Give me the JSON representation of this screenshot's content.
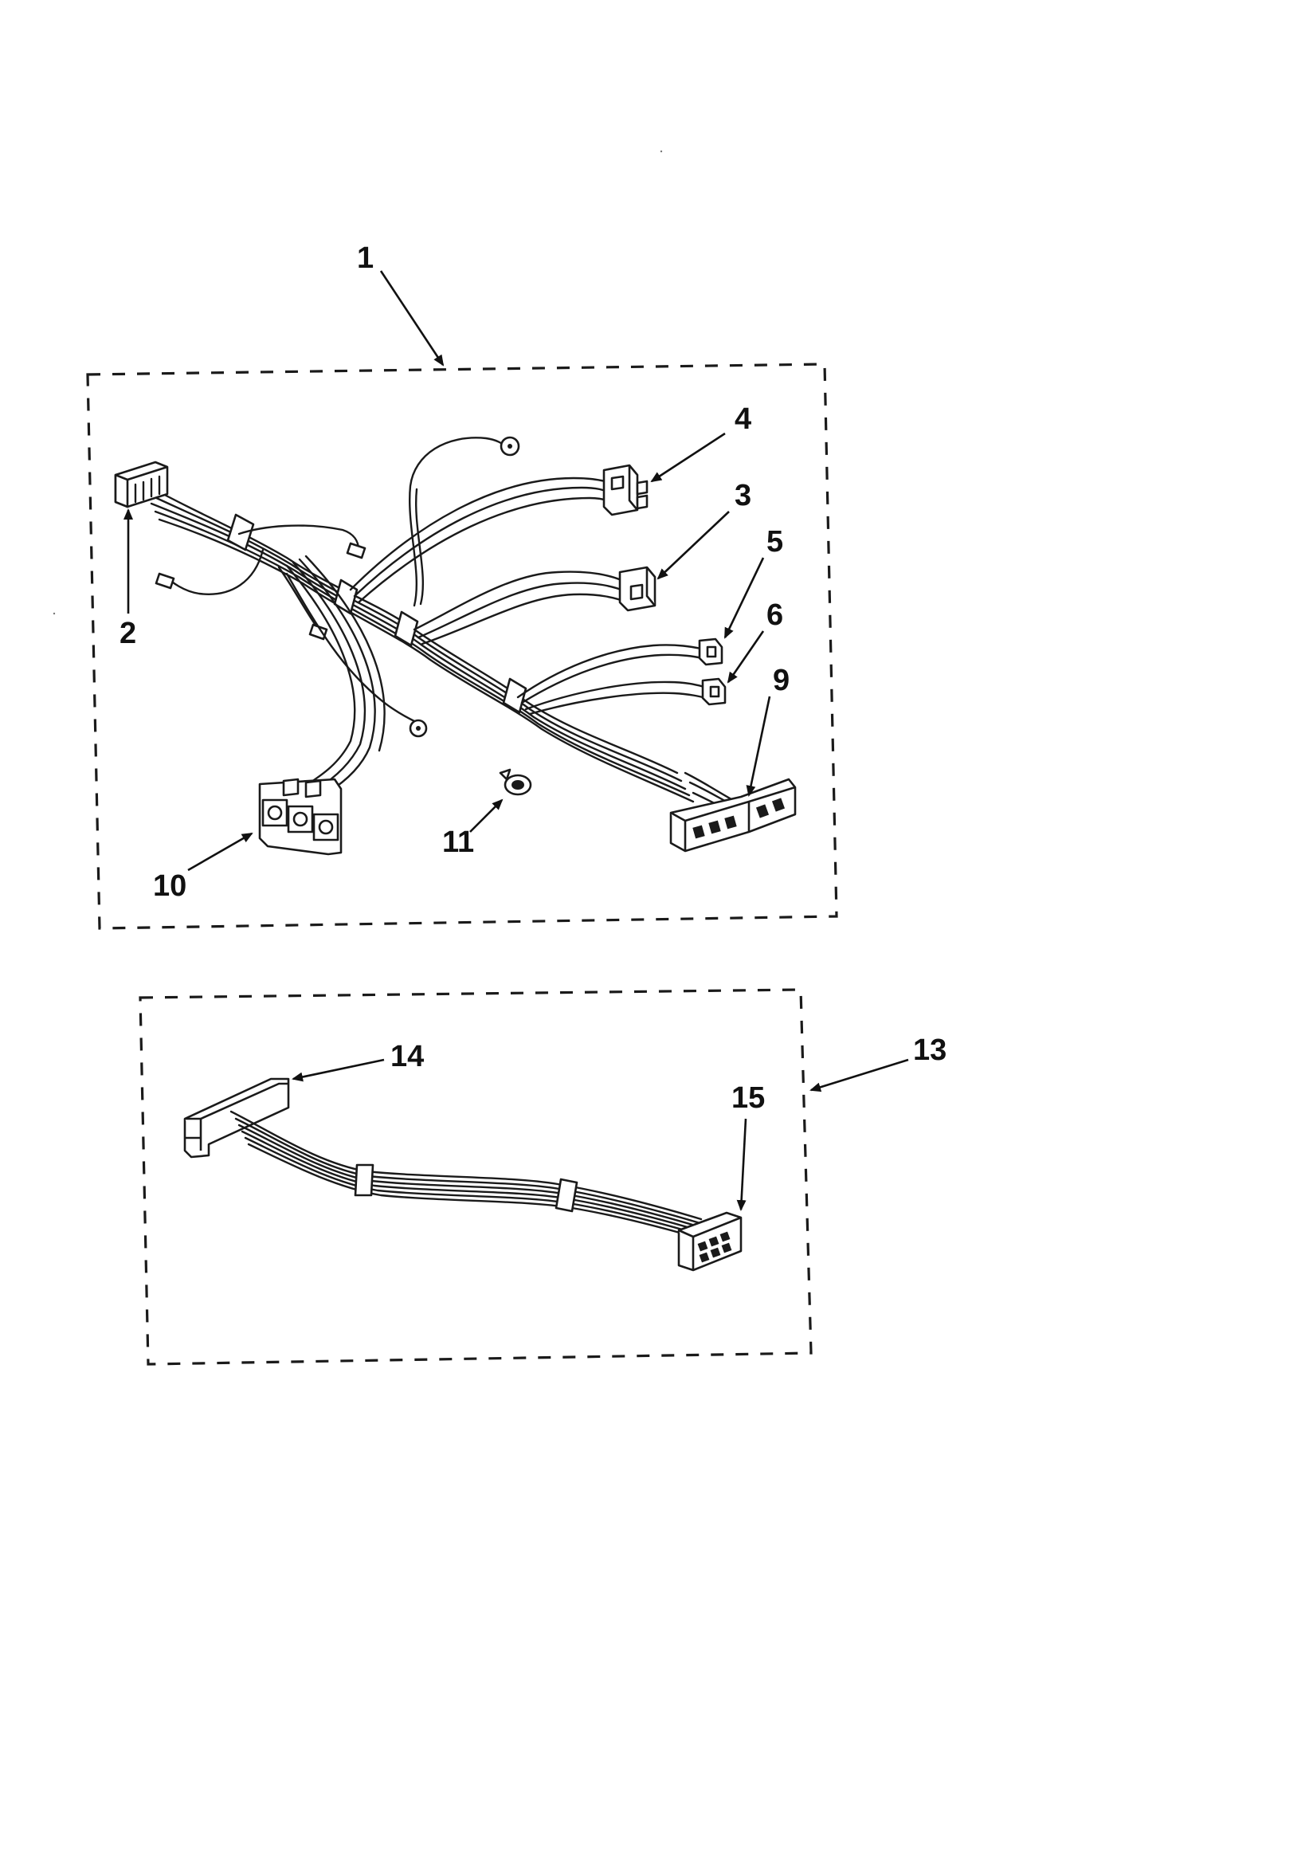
{
  "diagram": {
    "assembly_main": {
      "callout": "1"
    },
    "assembly_secondary": {
      "callout": "13"
    },
    "callouts": [
      {
        "id": "2",
        "label": "2"
      },
      {
        "id": "3",
        "label": "3"
      },
      {
        "id": "4",
        "label": "4"
      },
      {
        "id": "5",
        "label": "5"
      },
      {
        "id": "6",
        "label": "6"
      },
      {
        "id": "9",
        "label": "9"
      },
      {
        "id": "10",
        "label": "10"
      },
      {
        "id": "11",
        "label": "11"
      },
      {
        "id": "14",
        "label": "14"
      },
      {
        "id": "15",
        "label": "15"
      }
    ]
  }
}
